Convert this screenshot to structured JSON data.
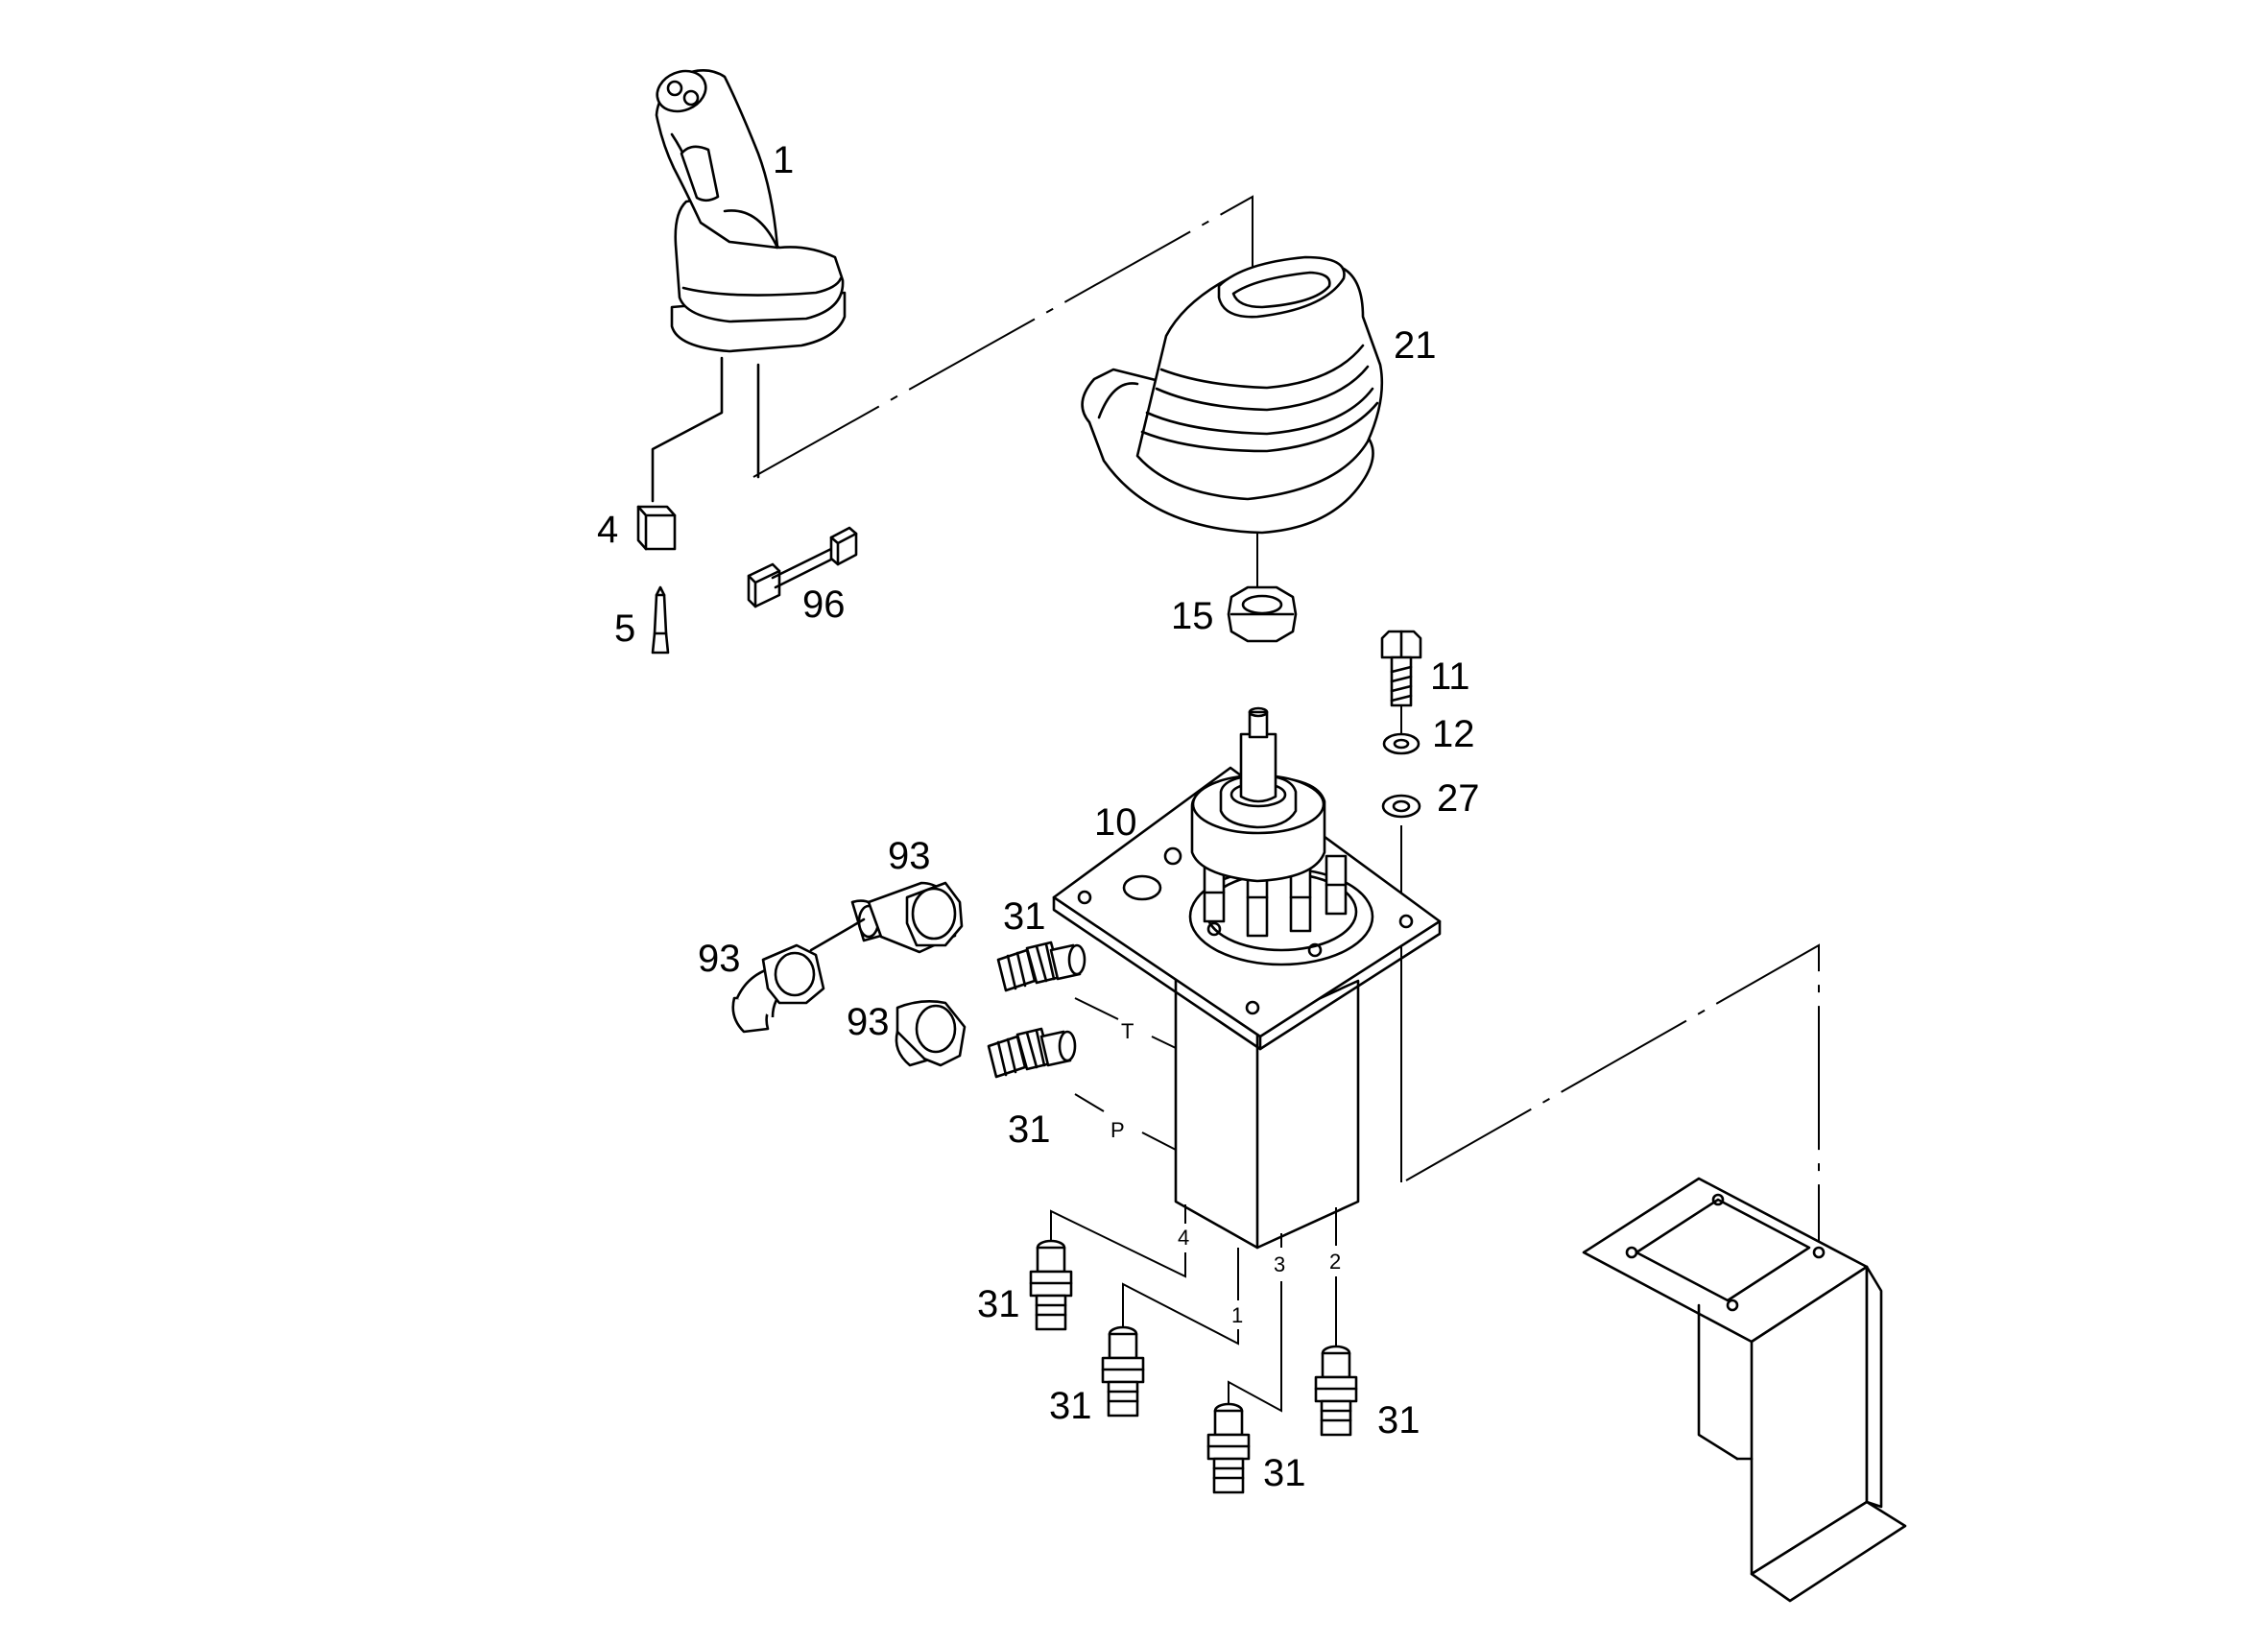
{
  "callouts": {
    "c1": "1",
    "c4": "4",
    "c5": "5",
    "c96": "96",
    "c21": "21",
    "c15": "15",
    "c11": "11",
    "c12": "12",
    "c27": "27",
    "c10": "10",
    "c93a": "93",
    "c93b": "93",
    "c93c": "93",
    "c31a": "31",
    "c31b": "31",
    "c31c": "31",
    "c31d": "31",
    "c31e": "31",
    "c31f": "31"
  },
  "ports": {
    "t": "T",
    "p": "P",
    "p4": "4",
    "p1": "1",
    "p3": "3",
    "p2": "2"
  }
}
